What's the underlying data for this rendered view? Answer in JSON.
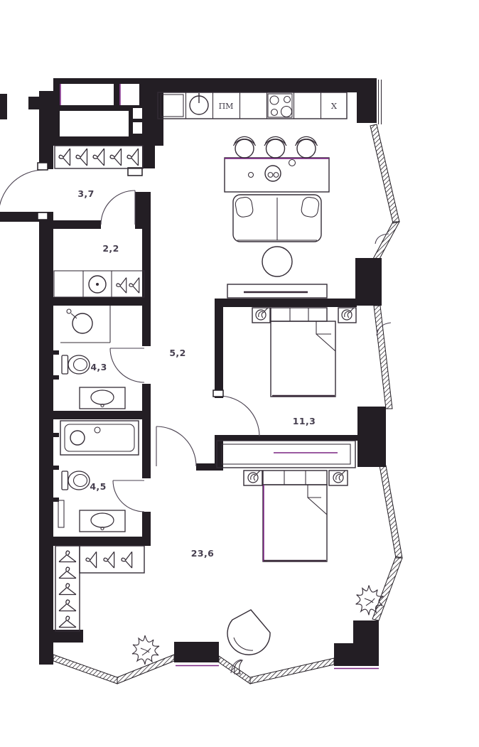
{
  "plan": {
    "rooms": [
      {
        "id": "hallway",
        "area": "3,7"
      },
      {
        "id": "laundry",
        "area": "2,2"
      },
      {
        "id": "corridor",
        "area": "5,2"
      },
      {
        "id": "bathroom-1",
        "area": "4,3"
      },
      {
        "id": "bedroom",
        "area": "11,3"
      },
      {
        "id": "bathroom-2",
        "area": "4,5"
      },
      {
        "id": "living-kitchen",
        "area": "23,6"
      }
    ],
    "kitchen": {
      "dishwasher": "ПМ",
      "fridge": "Х"
    },
    "colors": {
      "wall": "#231e24",
      "furniture": "#342c36",
      "accent": "#7a2482",
      "label": "#474050"
    }
  }
}
